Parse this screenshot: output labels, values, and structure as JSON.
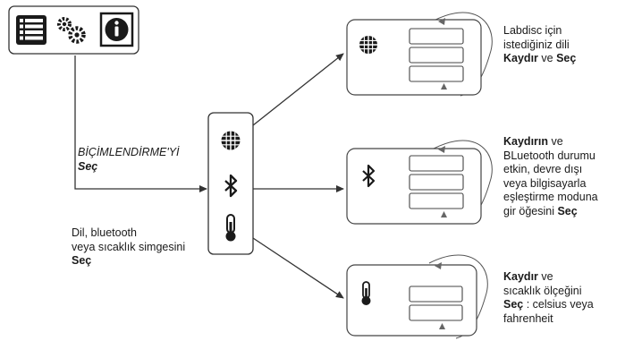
{
  "top_menu": {
    "icons": [
      "list-icon",
      "gears-icon",
      "info-icon"
    ]
  },
  "left_instructions": {
    "format_label": "BİÇİMLENDİRME'Yİ",
    "select_word": "Seç",
    "icon_line1": "Dil, bluetooth",
    "icon_line2": "veya sıcaklık simgesini",
    "icon_select": "Seç"
  },
  "center_panel": {
    "icons": [
      "globe-icon",
      "bluetooth-icon",
      "thermometer-icon"
    ]
  },
  "language": {
    "line1": "Labdisc için",
    "line2": "istediğiniz dili",
    "scroll": "Kaydır",
    "and": " ve ",
    "select": "Seç"
  },
  "bluetooth": {
    "scroll": "Kaydırın",
    "ve": " ve",
    "line2": "BLuetooth durumu",
    "line3": "etkin, devre dışı",
    "line4": "veya bilgisayarla",
    "line5": "eşleştirme moduna",
    "line6_pre": "gir öğesini ",
    "select": "Seç"
  },
  "temperature": {
    "scroll": "Kaydır",
    "ve": " ve",
    "line2": "sıcaklık ölçeğini",
    "select": "Seç",
    "line3_post": " : celsius veya",
    "line4": "fahrenheit"
  }
}
